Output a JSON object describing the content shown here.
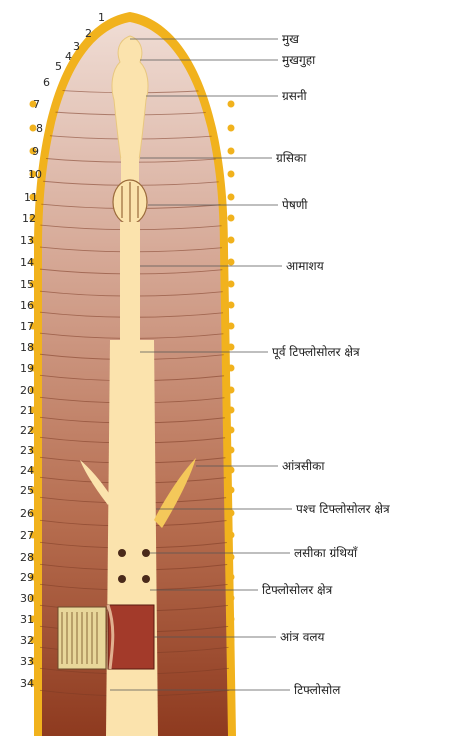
{
  "segment_numbers": [
    "1",
    "2",
    "3",
    "4",
    "5",
    "6",
    "7",
    "8",
    "9",
    "10",
    "11",
    "12",
    "13",
    "14",
    "15",
    "16",
    "17",
    "18",
    "19",
    "20",
    "21",
    "22",
    "23",
    "24",
    "25",
    "26",
    "27",
    "28",
    "29",
    "30",
    "31",
    "32",
    "33",
    "34"
  ],
  "labels": {
    "mouth": "मुख",
    "buccal_cavity": "मुखगुहा",
    "pharynx": "ग्रसनी",
    "oesophagus": "ग्रसिका",
    "gizzard": "पेषणी",
    "stomach": "आमाशय",
    "pre_typhlosolar": "पूर्व टिफ्लोसोलर क्षेत्र",
    "intestinal_caeca": "आंत्रसीका",
    "post_typhlosolar": "पश्च टिफ्लोसोलर क्षेत्र",
    "lymph_glands": "लसीका ग्रंथियाँ",
    "typhlosolar_region": "टिफ्लोसोलर क्षेत्र",
    "intestinal_wall": "आंत्र वलय",
    "typhlosole": "टिफ्लोसोल"
  },
  "colors": {
    "body_wall": "#f1b21d",
    "tissue_top": "#ead2c8",
    "tissue_bottom": "#9b4226",
    "gut": "#fbe3ad",
    "septa": "#7c3a24"
  }
}
